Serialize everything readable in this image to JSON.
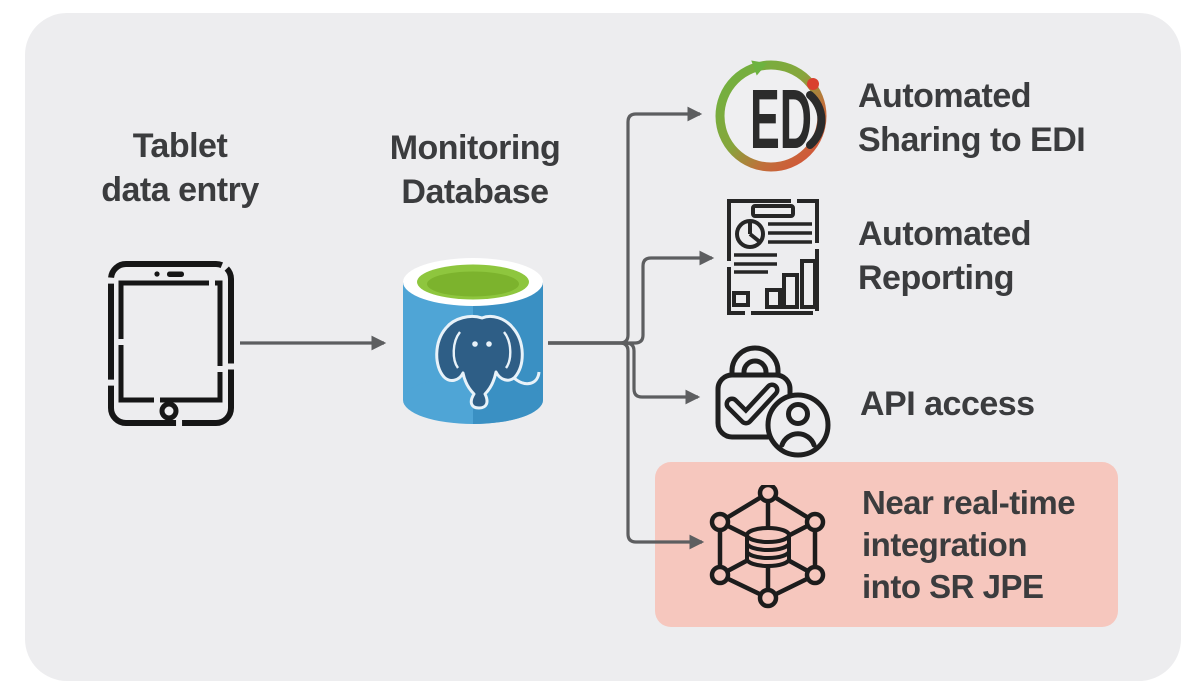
{
  "title": "Tablet data entry to monitoring database integration diagram",
  "palette": {
    "page_bg": "#ffffff",
    "panel_bg": "#ededef",
    "connector": "#5d5e60",
    "text": "#3b3c3e",
    "highlight_box_bg": "#f6c7be",
    "db_blue_light": "#4fa5d6",
    "db_blue_dark": "#3a90c3",
    "db_green": "#8ec63e",
    "edi_ring_green": "#6db33f",
    "edi_ring_red": "#da4b38",
    "edi_dot_red": "#d9402e",
    "icon_stroke": "#1d1d1d"
  },
  "nodes": {
    "tablet": {
      "label": "Tablet\ndata entry"
    },
    "database": {
      "label": "Monitoring\nDatabase"
    },
    "edi": {
      "label": "Automated\nSharing to EDI",
      "logo_text": "ED"
    },
    "reporting": {
      "label": "Automated\nReporting"
    },
    "api": {
      "label": "API access"
    },
    "integration": {
      "label": "Near real-time\nintegration\ninto SR JPE",
      "highlighted": true
    }
  },
  "flows": [
    {
      "from": "tablet",
      "to": "database"
    },
    {
      "from": "database",
      "to": "edi"
    },
    {
      "from": "database",
      "to": "reporting"
    },
    {
      "from": "database",
      "to": "api"
    },
    {
      "from": "database",
      "to": "integration"
    }
  ]
}
